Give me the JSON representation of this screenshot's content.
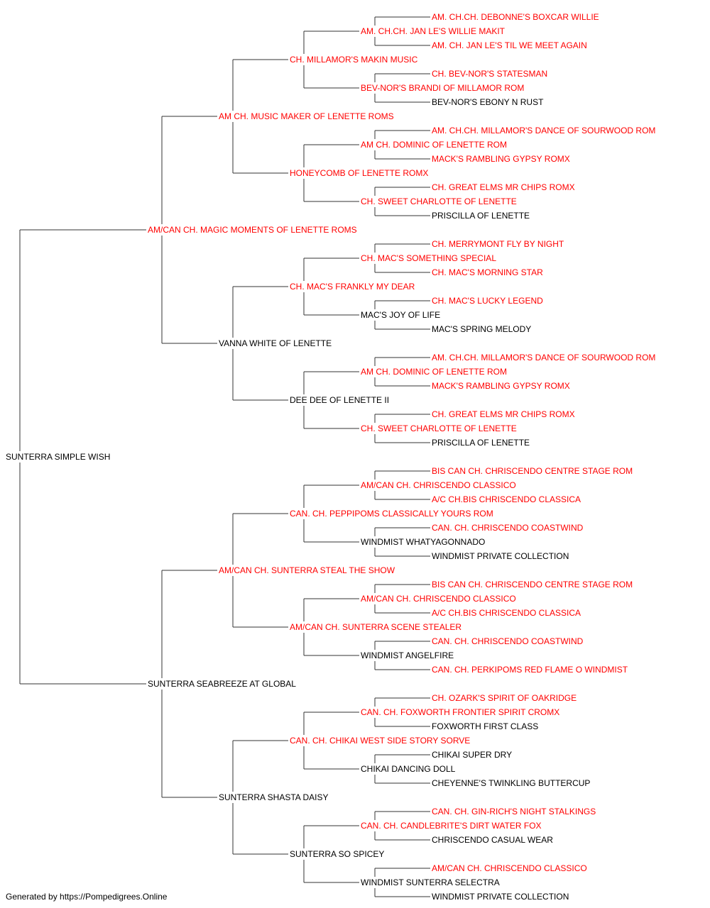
{
  "colors": {
    "champion": "#ff0000",
    "regular": "#000000",
    "lines": "#333333"
  },
  "pedigree": {
    "name": "SUNTERRA SIMPLE WISH",
    "titled": false,
    "sire": {
      "name": "AM/CAN CH. MAGIC MOMENTS OF LENETTE ROMS",
      "titled": true,
      "sire": {
        "name": "AM CH. MUSIC MAKER OF LENETTE ROMS",
        "titled": true,
        "sire": {
          "name": "CH. MILLAMOR'S MAKIN MUSIC",
          "titled": true,
          "sire": {
            "name": "AM. CH.CH. JAN LE'S WILLIE MAKIT",
            "titled": true,
            "sire": {
              "name": "AM. CH.CH. DEBONNE'S BOXCAR WILLIE",
              "titled": true
            },
            "dam": {
              "name": "AM. CH. JAN LE'S TIL WE MEET AGAIN",
              "titled": true
            }
          },
          "dam": {
            "name": "BEV-NOR'S BRANDI OF MILLAMOR ROM",
            "titled": true,
            "sire": {
              "name": "CH. BEV-NOR'S STATESMAN",
              "titled": true
            },
            "dam": {
              "name": "BEV-NOR'S EBONY N RUST",
              "titled": false
            }
          }
        },
        "dam": {
          "name": "HONEYCOMB OF LENETTE ROMX",
          "titled": true,
          "sire": {
            "name": "AM CH. DOMINIC OF LENETTE ROM",
            "titled": true,
            "sire": {
              "name": "AM. CH.CH. MILLAMOR'S DANCE OF SOURWOOD ROM",
              "titled": true
            },
            "dam": {
              "name": "MACK'S RAMBLING GYPSY ROMX",
              "titled": true
            }
          },
          "dam": {
            "name": "CH. SWEET CHARLOTTE OF LENETTE",
            "titled": true,
            "sire": {
              "name": "CH. GREAT ELMS MR CHIPS ROMX",
              "titled": true
            },
            "dam": {
              "name": "PRISCILLA OF LENETTE",
              "titled": false
            }
          }
        }
      },
      "dam": {
        "name": "VANNA WHITE OF LENETTE",
        "titled": false,
        "sire": {
          "name": "CH. MAC'S FRANKLY MY DEAR",
          "titled": true,
          "sire": {
            "name": "CH. MAC'S SOMETHING SPECIAL",
            "titled": true,
            "sire": {
              "name": "CH. MERRYMONT FLY BY NIGHT",
              "titled": true
            },
            "dam": {
              "name": "CH. MAC'S MORNING STAR",
              "titled": true
            }
          },
          "dam": {
            "name": "MAC'S JOY OF LIFE",
            "titled": false,
            "sire": {
              "name": "CH. MAC'S LUCKY LEGEND",
              "titled": true
            },
            "dam": {
              "name": "MAC'S SPRING MELODY",
              "titled": false
            }
          }
        },
        "dam": {
          "name": "DEE DEE OF LENETTE II",
          "titled": false,
          "sire": {
            "name": "AM CH. DOMINIC OF LENETTE ROM",
            "titled": true,
            "sire": {
              "name": "AM. CH.CH. MILLAMOR'S DANCE OF SOURWOOD ROM",
              "titled": true
            },
            "dam": {
              "name": "MACK'S RAMBLING GYPSY ROMX",
              "titled": true
            }
          },
          "dam": {
            "name": "CH. SWEET CHARLOTTE OF LENETTE",
            "titled": true,
            "sire": {
              "name": "CH. GREAT ELMS MR CHIPS ROMX",
              "titled": true
            },
            "dam": {
              "name": "PRISCILLA OF LENETTE",
              "titled": false
            }
          }
        }
      }
    },
    "dam": {
      "name": "SUNTERRA SEABREEZE AT GLOBAL",
      "titled": false,
      "sire": {
        "name": "AM/CAN CH. SUNTERRA STEAL THE SHOW",
        "titled": true,
        "sire": {
          "name": "CAN. CH. PEPPIPOMS CLASSICALLY YOURS ROM",
          "titled": true,
          "sire": {
            "name": "AM/CAN CH. CHRISCENDO CLASSICO",
            "titled": true,
            "sire": {
              "name": "BIS CAN CH. CHRISCENDO CENTRE STAGE ROM",
              "titled": true
            },
            "dam": {
              "name": "A/C CH.BIS CHRISCENDO CLASSICA",
              "titled": true
            }
          },
          "dam": {
            "name": "WINDMIST WHATYAGONNADO",
            "titled": false,
            "sire": {
              "name": "CAN. CH. CHRISCENDO COASTWIND",
              "titled": true
            },
            "dam": {
              "name": "WINDMIST PRIVATE COLLECTION",
              "titled": false
            }
          }
        },
        "dam": {
          "name": "AM/CAN CH. SUNTERRA SCENE STEALER",
          "titled": true,
          "sire": {
            "name": "AM/CAN CH. CHRISCENDO CLASSICO",
            "titled": true,
            "sire": {
              "name": "BIS CAN CH. CHRISCENDO CENTRE STAGE ROM",
              "titled": true
            },
            "dam": {
              "name": "A/C CH.BIS CHRISCENDO CLASSICA",
              "titled": true
            }
          },
          "dam": {
            "name": "WINDMIST ANGELFIRE",
            "titled": false,
            "sire": {
              "name": "CAN. CH. CHRISCENDO COASTWIND",
              "titled": true
            },
            "dam": {
              "name": "CAN. CH. PERKIPOMS RED FLAME O WINDMIST",
              "titled": true
            }
          }
        }
      },
      "dam": {
        "name": "SUNTERRA SHASTA DAISY",
        "titled": false,
        "sire": {
          "name": "CAN. CH. CHIKAI WEST SIDE STORY SORVE",
          "titled": true,
          "sire": {
            "name": "CAN. CH. FOXWORTH FRONTIER SPIRIT CROMX",
            "titled": true,
            "sire": {
              "name": "CH. OZARK'S SPIRIT OF OAKRIDGE",
              "titled": true
            },
            "dam": {
              "name": "FOXWORTH FIRST CLASS",
              "titled": false
            }
          },
          "dam": {
            "name": "CHIKAI DANCING DOLL",
            "titled": false,
            "sire": {
              "name": "CHIKAI SUPER DRY",
              "titled": false
            },
            "dam": {
              "name": "CHEYENNE'S TWINKLING BUTTERCUP",
              "titled": false
            }
          }
        },
        "dam": {
          "name": "SUNTERRA SO SPICEY",
          "titled": false,
          "sire": {
            "name": "CAN. CH. CANDLEBRITE'S DIRT WATER FOX",
            "titled": true,
            "sire": {
              "name": "CAN. CH. GIN-RICH'S NIGHT STALKINGS",
              "titled": true
            },
            "dam": {
              "name": "CHRISCENDO CASUAL WEAR",
              "titled": false
            }
          },
          "dam": {
            "name": "WINDMIST SUNTERRA SELECTRA",
            "titled": false,
            "sire": {
              "name": "AM/CAN CH. CHRISCENDO CLASSICO",
              "titled": true
            },
            "dam": {
              "name": "WINDMIST PRIVATE COLLECTION",
              "titled": false
            }
          }
        }
      }
    }
  },
  "footer": {
    "text": "Generated by https://Pompedigrees.Online"
  }
}
